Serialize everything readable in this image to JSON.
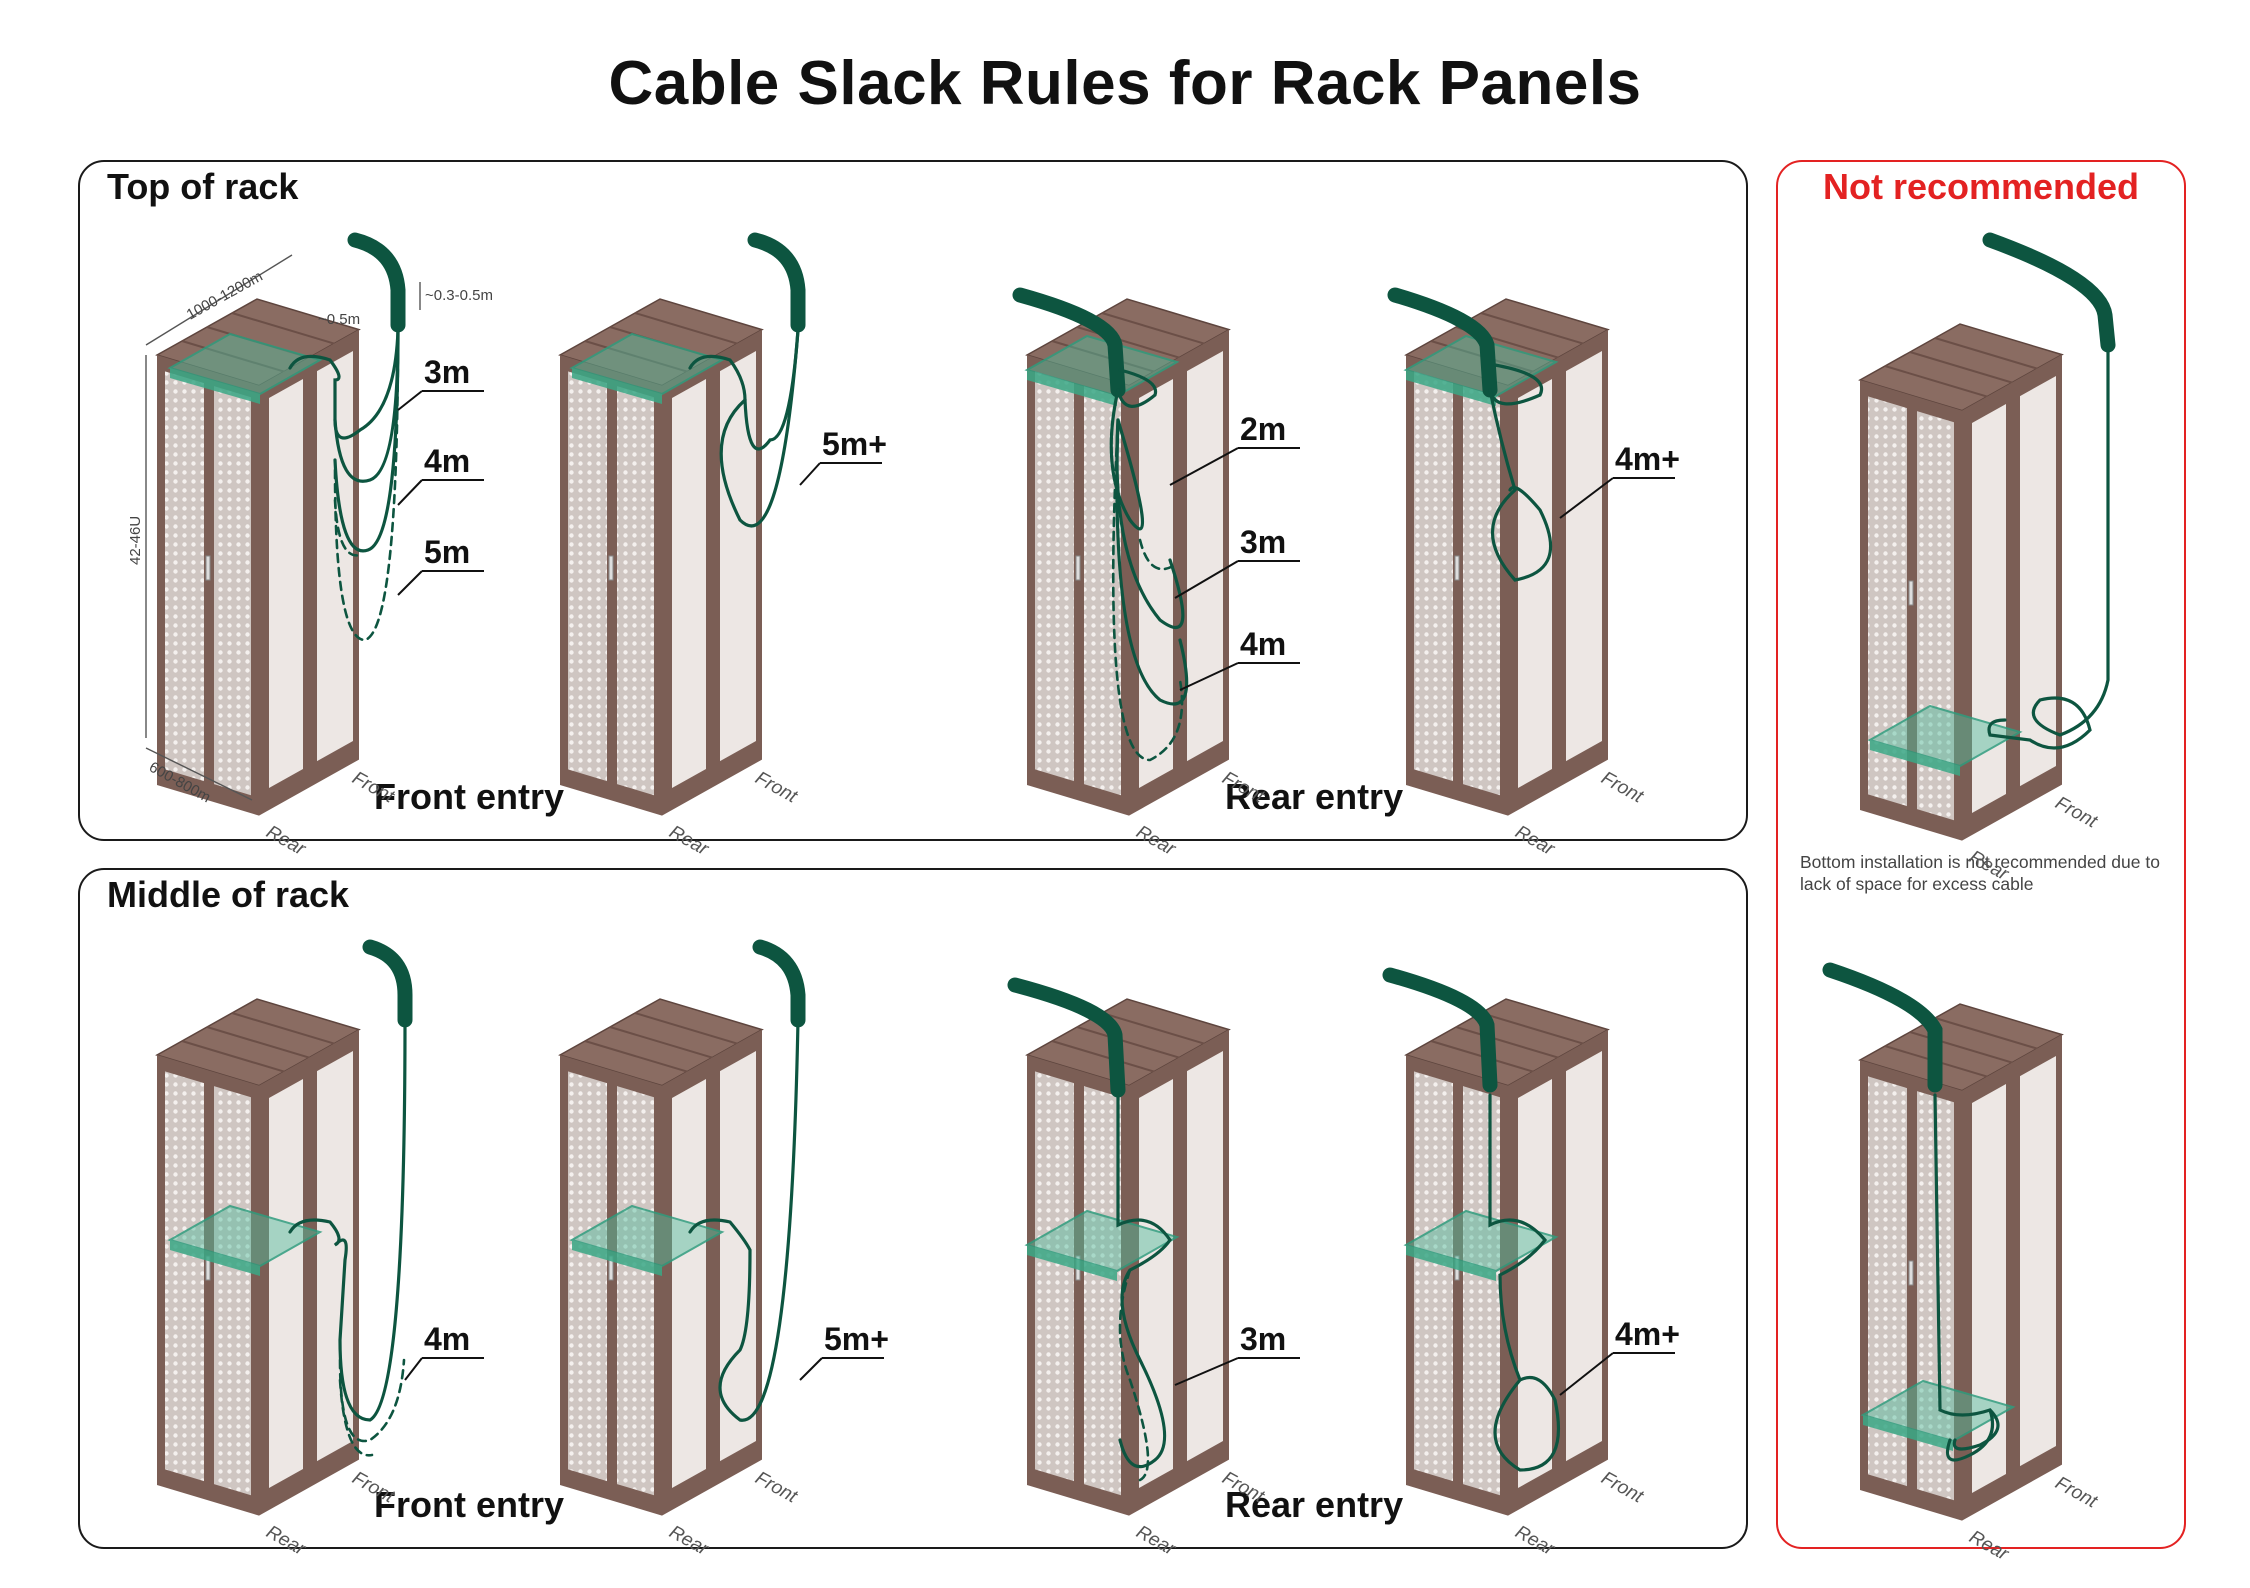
{
  "title": "Cable Slack Rules for Rack Panels",
  "panels": {
    "top": {
      "title": "Top of rack",
      "front_entry": "Front entry",
      "rear_entry": "Rear entry"
    },
    "middle": {
      "title": "Middle of rack",
      "front_entry": "Front entry",
      "rear_entry": "Rear entry"
    },
    "not_recommended": {
      "title": "Not recommended",
      "note": "Bottom installation is not recommended due to lack of space for excess cable"
    }
  },
  "dimensions": {
    "depth": "1000-1200m",
    "height": "42-46U",
    "width": "600-800m",
    "cable_rise": "~0.3-0.5m",
    "cable_offset": "~0.5m"
  },
  "side_labels": {
    "front": "Front",
    "rear": "Rear"
  },
  "racks": [
    {
      "id": "top-front-1",
      "labels": [
        "3m",
        "4m",
        "5m"
      ]
    },
    {
      "id": "top-front-2",
      "labels": [
        "5m+"
      ]
    },
    {
      "id": "top-rear-1",
      "labels": [
        "2m",
        "3m",
        "4m"
      ]
    },
    {
      "id": "top-rear-2",
      "labels": [
        "4m+"
      ]
    },
    {
      "id": "mid-front-1",
      "labels": [
        "4m"
      ]
    },
    {
      "id": "mid-front-2",
      "labels": [
        "5m+"
      ]
    },
    {
      "id": "mid-rear-1",
      "labels": [
        "3m"
      ]
    },
    {
      "id": "mid-rear-2",
      "labels": [
        "4m+"
      ]
    }
  ],
  "colors": {
    "rack_frame": "#7b5e55",
    "rack_top": "#8a6c62",
    "rack_panel": "#ede7e4",
    "cable": "#0d5540",
    "tray": "#52bc9c",
    "warning": "#e32222"
  }
}
